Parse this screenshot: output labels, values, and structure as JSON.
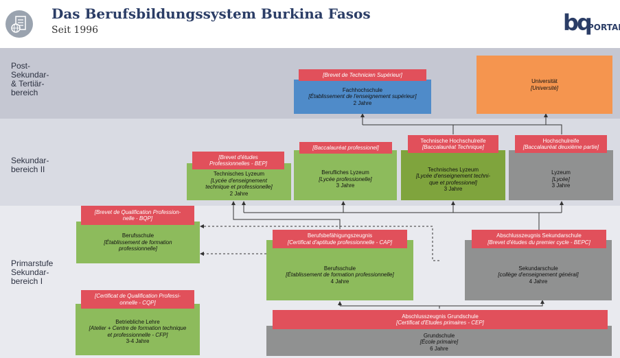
{
  "header": {
    "title": "Das Berufsbildungssystem Burkina Fasos",
    "subtitle": "Seit 1996",
    "logo_mark": "bq",
    "logo_text": "PORTAL",
    "icon": "document-globe-icon"
  },
  "bands": [
    {
      "label": "Post-\nSekundar-\n& Tertiär-\nbereich",
      "color": "#c5c7d2"
    },
    {
      "label": "Sekundar-\nbereich II",
      "color": "#d9dbe3"
    },
    {
      "label": "Primarstufe\nSekundar-\nbereich I",
      "color": "#e9eaef"
    }
  ],
  "nodes": {
    "fachhochschule": {
      "cert": [
        "Brevet de Technicien Supérieur"
      ],
      "lines": [
        "Fachhochschule",
        "Établissement de l'enseignement supérieur",
        "2 Jahre"
      ]
    },
    "universitaet": {
      "lines": [
        "Universität",
        "Université"
      ]
    },
    "technisches_lyzeum_bep": {
      "cert": [
        "Brevet d'études",
        "Professionnelles - BEP"
      ],
      "lines": [
        "Technisches Lyzeum",
        "Lycée d'enseignement",
        "technique et professionelle",
        "2 Jahre"
      ]
    },
    "berufliches_lyzeum": {
      "cert": [
        "Baccalauréat professionel"
      ],
      "lines": [
        "Berufliches Lyzeum",
        "Lycée professionelle",
        "3 Jahre"
      ]
    },
    "technisches_lyzeum_bac": {
      "cert_title": "Technische Hochschulreife",
      "cert": [
        "Baccalauréat Technique"
      ],
      "lines": [
        "Technisches Lyzeum",
        "Lycée d'enseignement techni-",
        "que et professionel",
        "3 Jahre"
      ]
    },
    "lyzeum": {
      "cert_title": "Hochschulreife",
      "cert": [
        "Baccalauréat deuxième partie"
      ],
      "lines": [
        "Lyzeum",
        "Lycée",
        "3 Jahre"
      ]
    },
    "berufsschule_bqp": {
      "cert": [
        "Brevet de Qualification Profession-",
        "nelle - BQP"
      ],
      "lines": [
        "Berufsschule",
        "Établissement de formation",
        "professionnelle"
      ]
    },
    "berufsschule_cap": {
      "cert_title": "Berufsbefähigungszeugnis",
      "cert": [
        "Certificat d'aptitude professionnelle - CAP"
      ],
      "lines": [
        "Berufsschule",
        "Établissement de formation professionnelle",
        "4 Jahre"
      ]
    },
    "sekundarschule": {
      "cert_title": "Abschlusszeugnis Sekundarschule",
      "cert": [
        "Brevet d'études du premier cycle - BEPC"
      ],
      "lines": [
        "Sekundarschule",
        "collège d'enseignement général",
        "4 Jahre"
      ]
    },
    "betriebliche_lehre": {
      "cert": [
        "Certificat de Qualification Professi-",
        "onnelle - CQP"
      ],
      "lines": [
        "Betriebliche Lehre",
        "Atelier + Centre de formation technique",
        "et professionnelle - CFP",
        "3-4 Jahre"
      ]
    },
    "grundschule": {
      "cert_title": "Abschlusszeugnis Grundschule",
      "cert": [
        "Certificat d'Etudes primaires - CEP"
      ],
      "lines": [
        "Grundschule",
        "École primaire",
        "6 Jahre"
      ]
    }
  }
}
